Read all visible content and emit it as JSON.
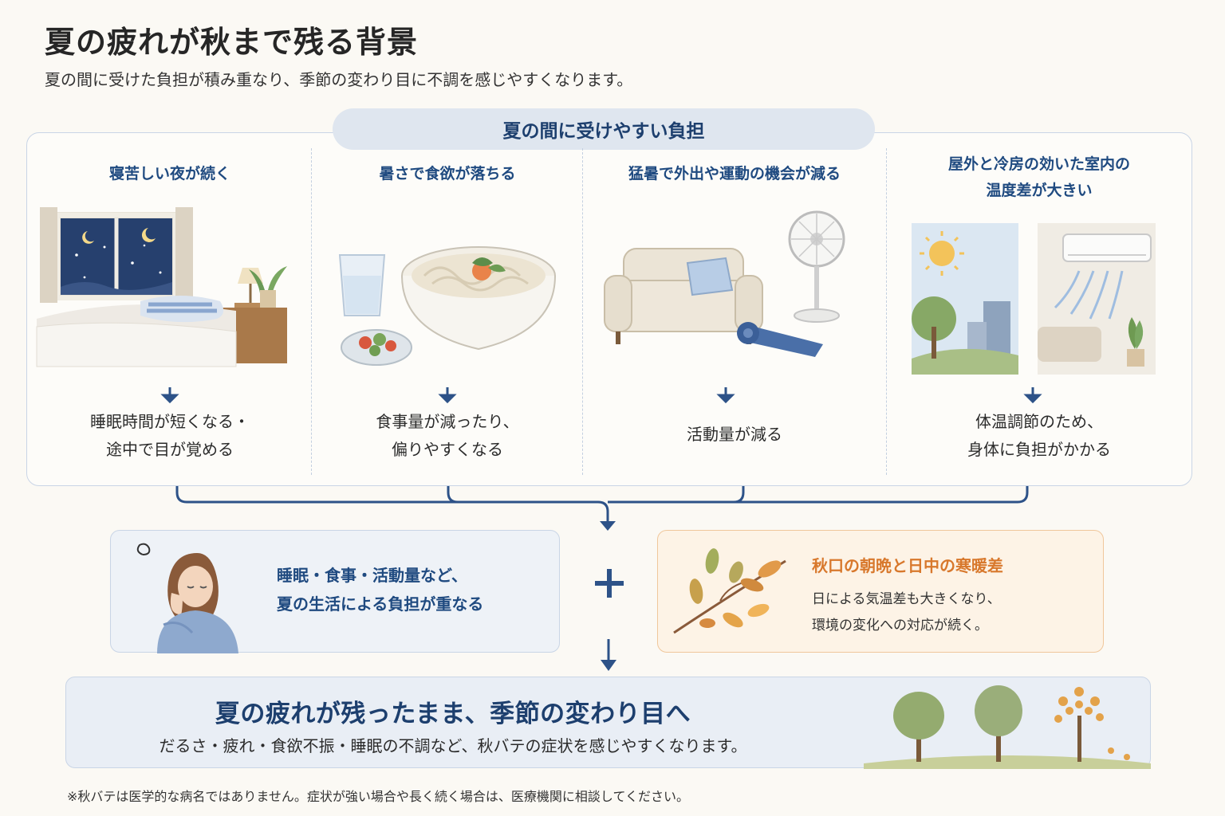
{
  "title": "夏の疲れが秋まで残る背景",
  "subtitle": "夏の間に受けた負担が積み重なり、季節の変わり目に不調を感じやすくなります。",
  "burden_header": "夏の間に受けやすい負担",
  "columns": [
    {
      "heading_lines": [
        "寝苦しい夜が続く"
      ],
      "result_lines": [
        "睡眠時間が短くなる・",
        "途中で目が覚める"
      ],
      "illustration_icon": "bedroom-night-icon"
    },
    {
      "heading_lines": [
        "暑さで食欲が落ちる"
      ],
      "result_lines": [
        "食事量が減ったり、",
        "偏りやすくなる"
      ],
      "illustration_icon": "noodle-meal-icon"
    },
    {
      "heading_lines": [
        "猛暑で外出や運動の機会が減る"
      ],
      "result_lines": [
        "活動量が減る"
      ],
      "illustration_icon": "sofa-fan-icon"
    },
    {
      "heading_lines": [
        "屋外と冷房の効いた室内の",
        "温度差が大きい"
      ],
      "result_lines": [
        "体温調節のため、",
        "身体に負担がかかる"
      ],
      "illustration_icon": "outdoor-aircon-icon"
    }
  ],
  "accumulated": {
    "lines": [
      "睡眠・食事・活動量など、",
      "夏の生活による負担が重なる"
    ],
    "icon": "tired-woman-icon"
  },
  "autumn": {
    "title": "秋口の朝晩と日中の寒暖差",
    "lines": [
      "日による気温差も大きくなり、",
      "環境の変化への対応が続く。"
    ],
    "icon": "autumn-branch-icon"
  },
  "conclusion": {
    "title": "夏の疲れが残ったまま、季節の変わり目へ",
    "body": "だるさ・疲れ・食欲不振・睡眠の不調など、秋バテの症状を感じやすくなります。",
    "icon": "seasonal-trees-icon"
  },
  "footnote": "※秋バテは医学的な病名ではありません。症状が強い場合や長く続く場合は、医療機関に相談してください。",
  "colors": {
    "navy": "#1f4a80",
    "accent_orange": "#d8782c",
    "panel_border": "#c9d5e6",
    "pill_bg": "#dfe6ef"
  }
}
